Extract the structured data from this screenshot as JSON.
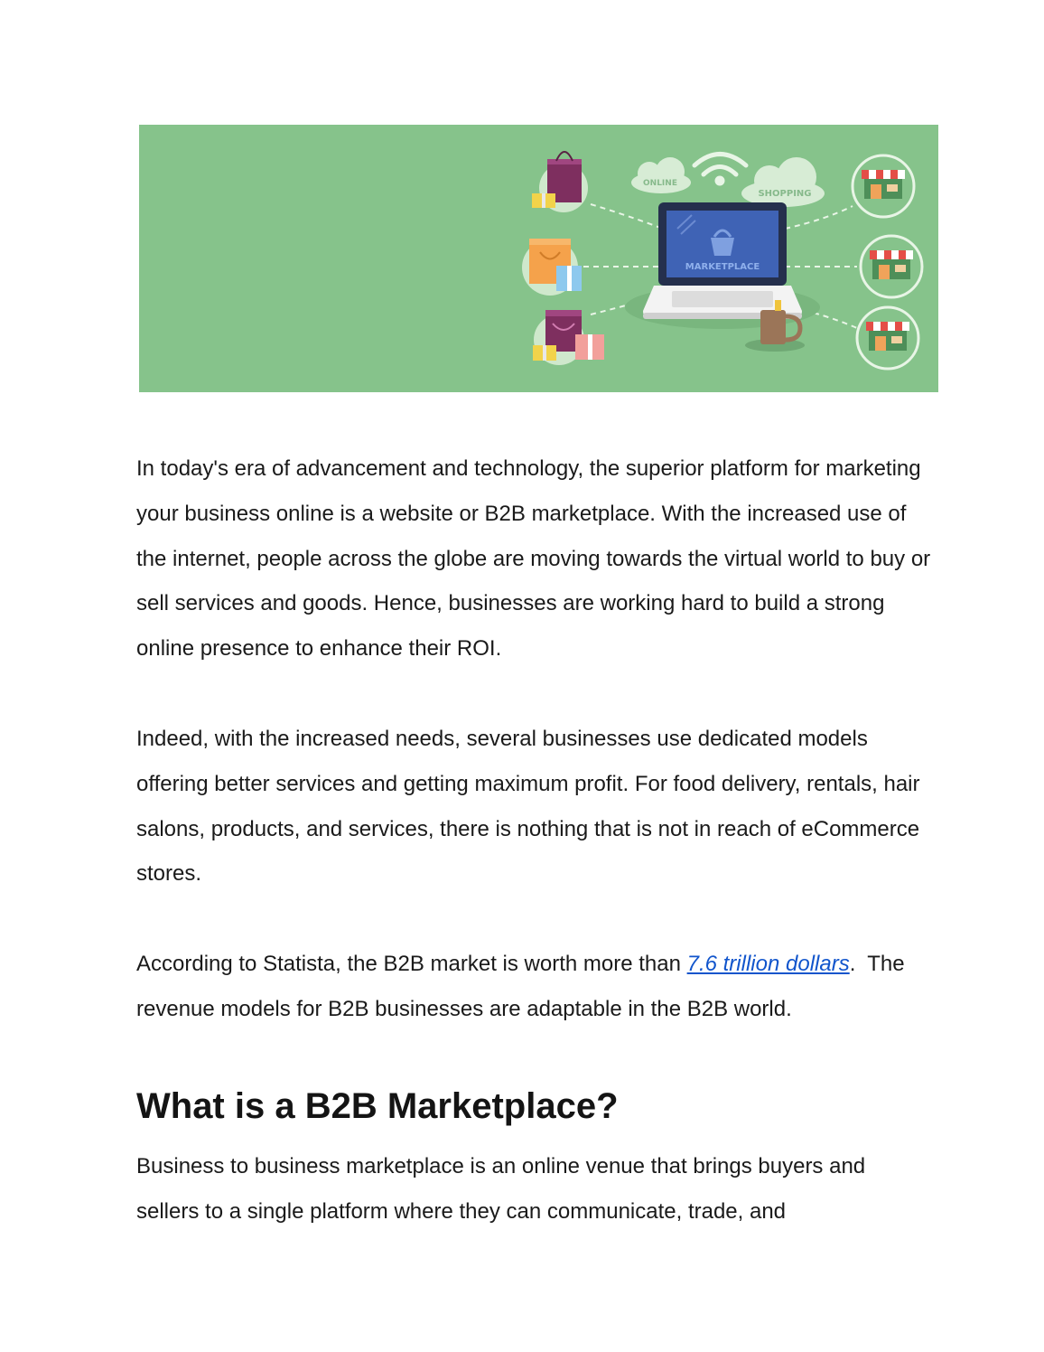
{
  "banner": {
    "online_label": "ONLINE",
    "shopping_label": "SHOPPING",
    "screen_label": "MARKETPLACE"
  },
  "article": {
    "paragraph_1": "In today's era of advancement and technology, the superior platform for marketing your business online is a website or B2B marketplace. With the increased use of the internet, people across the globe are moving towards the virtual world to buy or sell services and goods. Hence, businesses are working hard to build a strong online presence to enhance their ROI.",
    "paragraph_2": "Indeed, with the increased needs, several businesses use dedicated models offering better services and getting maximum profit. For food delivery, rentals, hair salons, products, and services, there is nothing that is not in reach of eCommerce stores.",
    "paragraph_3_before_link": "According to Statista, the B2B market is worth more than ",
    "paragraph_3_link": "7.6 trillion dollars",
    "paragraph_3_after_link": ".  The revenue models for B2B businesses are adaptable in the B2B world.",
    "heading": "What is a B2B Marketplace?",
    "paragraph_4": "Business to business marketplace is an online venue that brings buyers and sellers to a single platform where they can communicate, trade, and"
  },
  "colors": {
    "banner_bg": "#86c38b",
    "link": "#1155cc",
    "screen": "#3f63b5"
  }
}
